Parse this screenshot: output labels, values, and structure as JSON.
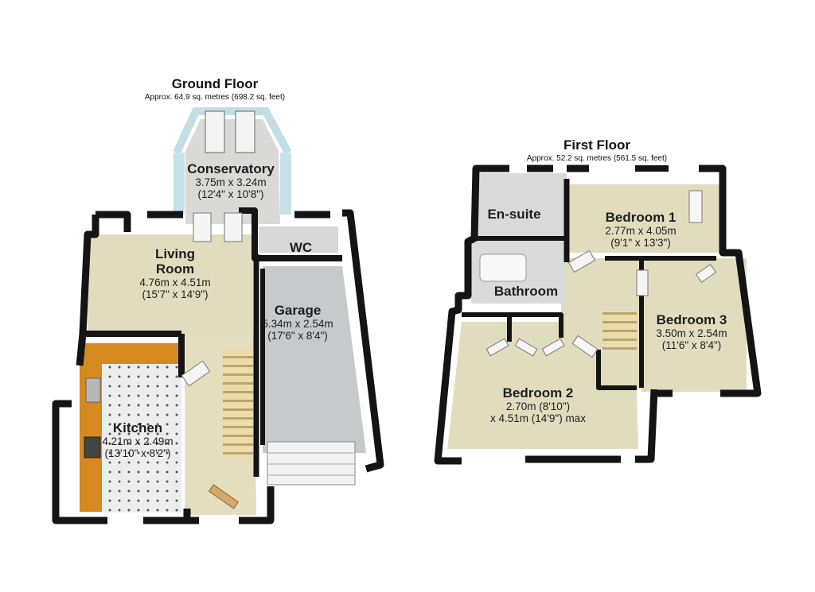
{
  "ground_floor": {
    "title": "Ground Floor",
    "area": "Approx. 64.9 sq. metres (698.2 sq. feet)",
    "rooms": {
      "conservatory": {
        "name": "Conservatory",
        "dim_metric": "3.75m x 3.24m",
        "dim_imperial": "(12'4\" x 10'8\")"
      },
      "living_room": {
        "name": "Living Room",
        "dim_metric": "4.76m x 4.51m",
        "dim_imperial": "(15'7\" x 14'9\")"
      },
      "wc": {
        "name": "WC"
      },
      "garage": {
        "name": "Garage",
        "dim_metric": "5.34m x 2.54m",
        "dim_imperial": "(17'6\" x 8'4\")"
      },
      "kitchen": {
        "name": "Kitchen",
        "dim_metric": "4.21m x 2.49m",
        "dim_imperial": "(13'10\" x 8'2\")"
      }
    }
  },
  "first_floor": {
    "title": "First Floor",
    "area": "Approx. 52.2 sq. metres (561.5 sq. feet)",
    "rooms": {
      "ensuite": {
        "name": "En-suite"
      },
      "bedroom1": {
        "name": "Bedroom 1",
        "dim_metric": "2.77m x 4.05m",
        "dim_imperial": "(9'1\" x 13'3\")"
      },
      "bathroom": {
        "name": "Bathroom"
      },
      "bedroom3": {
        "name": "Bedroom 3",
        "dim_metric": "3.50m x 2.54m",
        "dim_imperial": "(11'6\" x 8'4\")"
      },
      "bedroom2": {
        "name": "Bedroom 2",
        "dim_metric": "2.70m (8'10\")",
        "dim_imperial": "x 4.51m (14'9\") max"
      }
    }
  },
  "colors": {
    "wall": "#141414",
    "wall_inner": "#ecedec",
    "carpet": "#e2dcbf",
    "floor_tile": "#d8d8d8",
    "garage_floor": "#c8c9cb",
    "worktop": "#d6891e",
    "stairs": "#e7d7a3",
    "glass": "#c7e1e9"
  }
}
